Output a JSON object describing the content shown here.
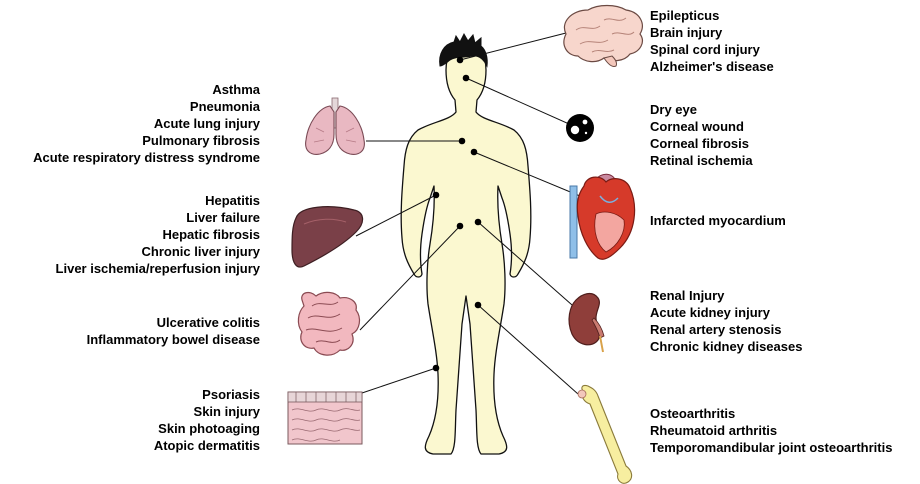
{
  "colors": {
    "body_fill": "#fbf8d0",
    "body_outline": "#111111",
    "hair": "#111111",
    "leader": "#111111",
    "brain": "#f7d6cc",
    "lung": "#e9b8c2",
    "liver": "#7a4048",
    "intestine": "#f2b8bf",
    "skin": "#f1c6cc",
    "heart": "#d63a2a",
    "kidney": "#8f3e3a",
    "bone": "#f7eea0",
    "eye": "#000000",
    "vessel": "#6fa8dc"
  },
  "groups": {
    "brain": [
      "Epilepticus",
      "Brain injury",
      "Spinal cord injury",
      "Alzheimer's disease"
    ],
    "eye": [
      "Dry eye",
      "Corneal wound",
      "Corneal fibrosis",
      "Retinal ischemia"
    ],
    "heart": [
      "Infarcted myocardium"
    ],
    "kidney": [
      "Renal Injury",
      "Acute kidney injury",
      "Renal artery stenosis",
      "Chronic kidney diseases"
    ],
    "joint": [
      "Osteoarthritis",
      "Rheumatoid arthritis",
      "Temporomandibular joint osteoarthritis"
    ],
    "lung": [
      "Asthma",
      "Pneumonia",
      "Acute lung injury",
      "Pulmonary fibrosis",
      "Acute respiratory distress syndrome"
    ],
    "liver": [
      "Hepatitis",
      "Liver failure",
      "Hepatic fibrosis",
      "Chronic liver injury",
      "Liver ischemia/reperfusion injury"
    ],
    "intestine": [
      "Ulcerative colitis",
      "Inflammatory bowel disease"
    ],
    "skin": [
      "Psoriasis",
      "Skin injury",
      "Skin photoaging",
      "Atopic dermatitis"
    ]
  }
}
